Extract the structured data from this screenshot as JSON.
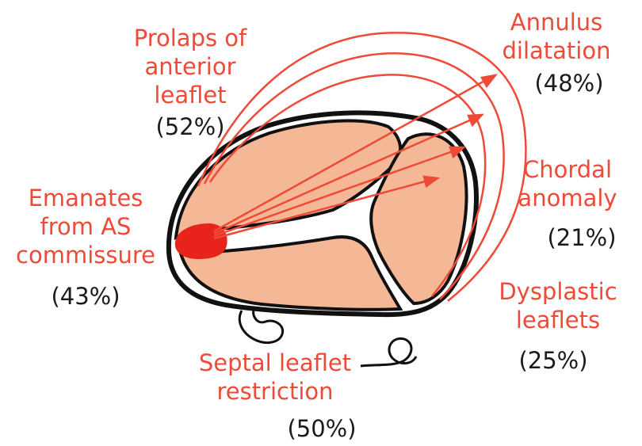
{
  "colors": {
    "accent": "#ef4a37",
    "leaflet_fill": "#f5b896",
    "origin_fill": "#e8231b",
    "outline": "#111111",
    "percent_text": "#1b1b1b"
  },
  "labels": {
    "prolaps": {
      "lines": [
        "Prolaps of",
        "anterior",
        "leaflet"
      ],
      "percent": "(52%)"
    },
    "annulus": {
      "lines": [
        "Annulus",
        "dilatation"
      ],
      "percent": "(48%)"
    },
    "chordal": {
      "lines": [
        "Chordal",
        "anomaly"
      ],
      "percent": "(21%)"
    },
    "emanates": {
      "lines": [
        "Emanates",
        "from AS",
        "commissure"
      ],
      "percent": "(43%)"
    },
    "dysplastic": {
      "lines": [
        "Dysplastic",
        "leaflets"
      ],
      "percent": "(25%)"
    },
    "septal": {
      "lines": [
        "Septal leaflet",
        "restriction"
      ],
      "percent": "(50%)"
    }
  }
}
